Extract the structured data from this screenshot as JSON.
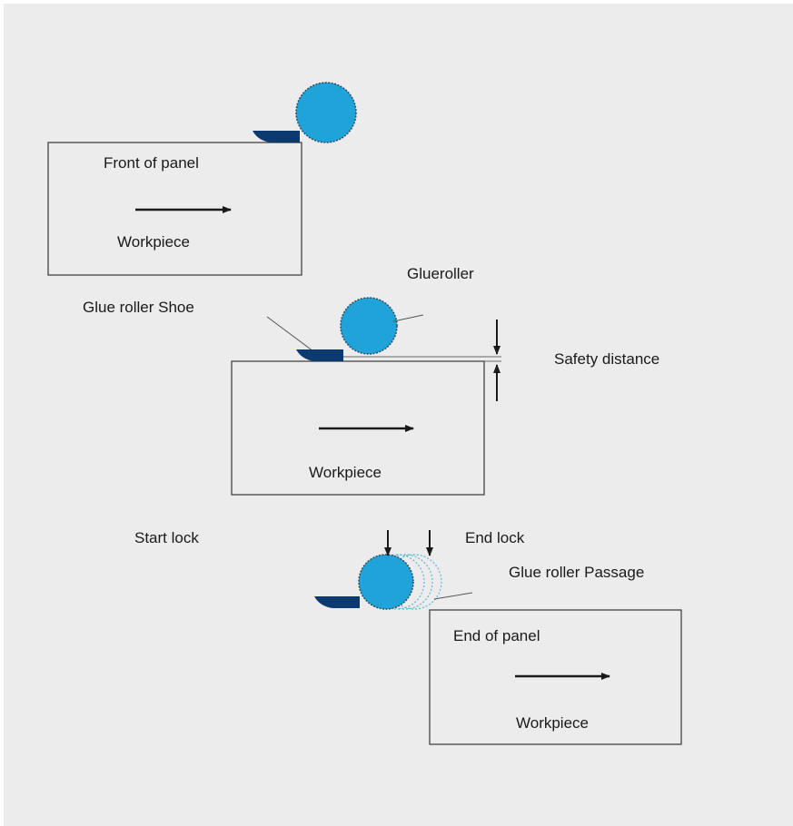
{
  "colors": {
    "background": "#ececec",
    "roller_fill": "#1fa3d8",
    "roller_outline": "#34495e",
    "shoe_fill": "#0d3a6e",
    "line": "#1a1a1a",
    "ghost_roller": "#5ab8d8"
  },
  "stage1": {
    "label_front": "Front of panel",
    "label_workpiece": "Workpiece"
  },
  "stage2": {
    "label_shoe": "Glue roller Shoe",
    "label_roller": "Glueroller",
    "label_safety": "Safety distance",
    "label_workpiece": "Workpiece"
  },
  "stage3": {
    "label_start_lock": "Start lock",
    "label_end_lock": "End lock",
    "label_passage": "Glue roller Passage",
    "label_end": "End of panel",
    "label_workpiece": "Workpiece"
  }
}
